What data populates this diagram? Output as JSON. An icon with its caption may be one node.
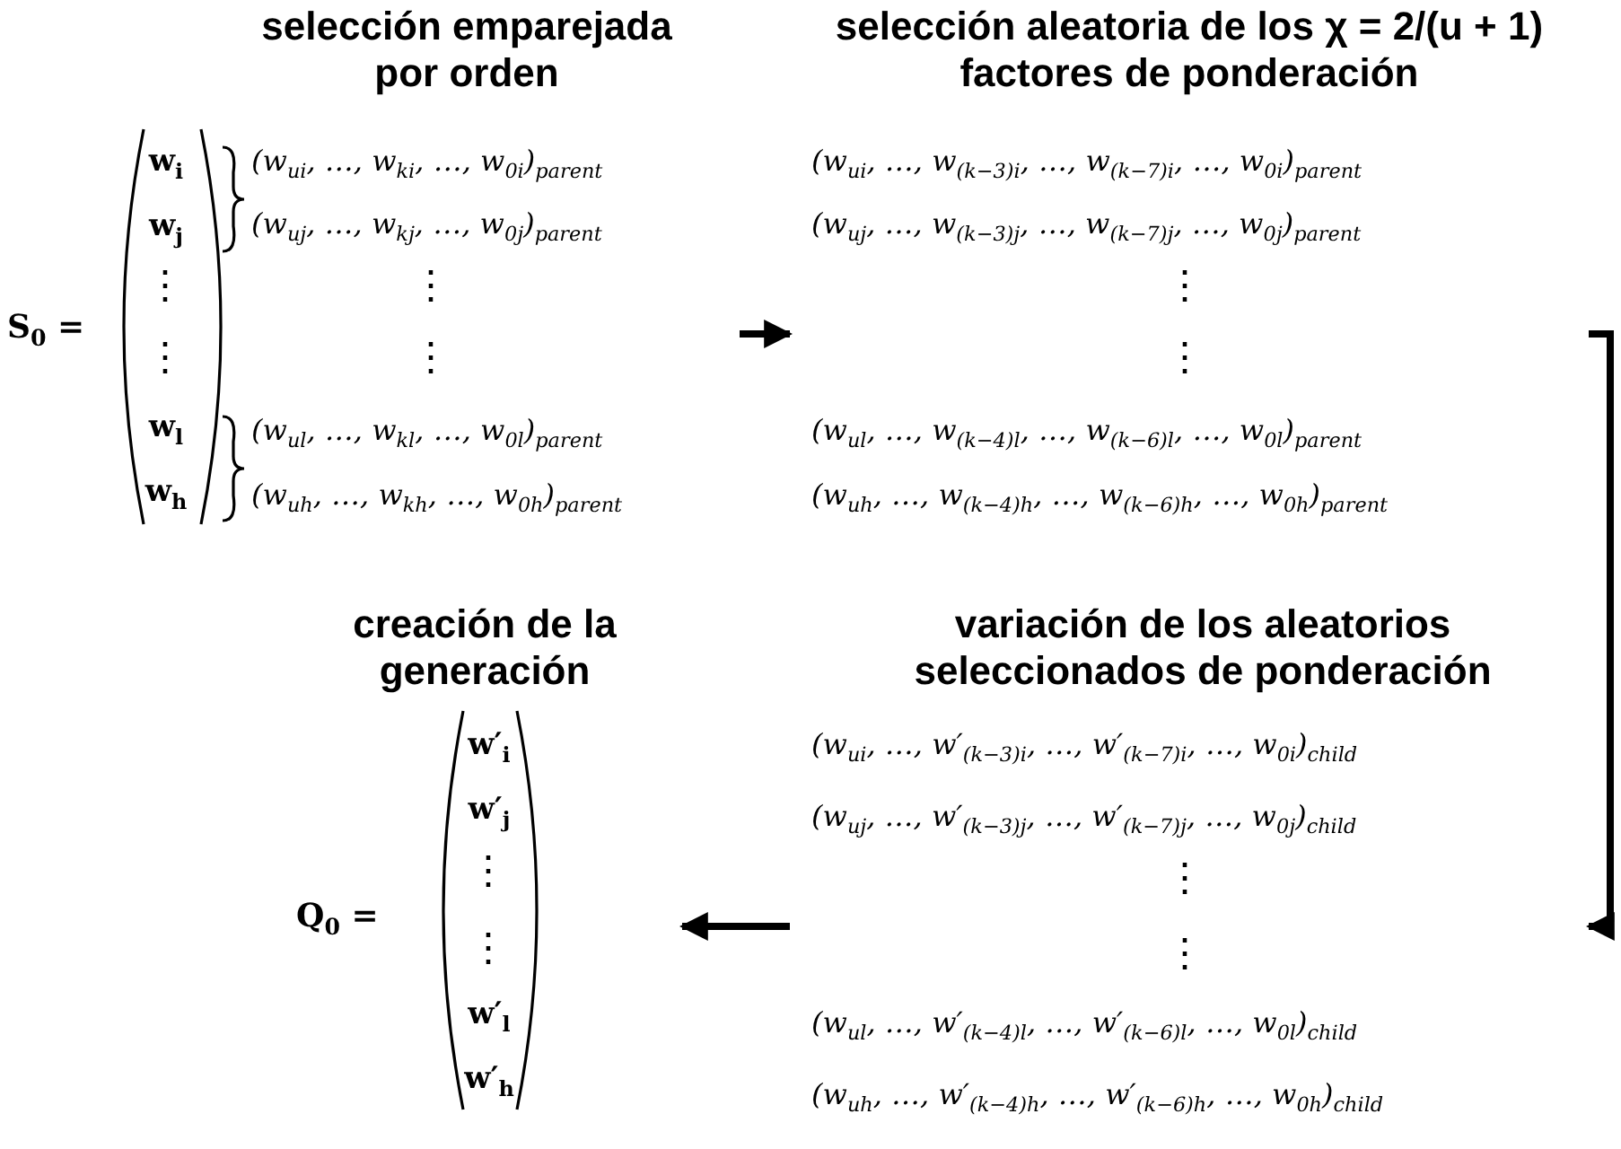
{
  "diagram": {
    "nodes": [
      {
        "text": [
          "selección emparejada por orden",
          "S$_{0}$ =",
          "w$_{i}$",
          "w$_{j}$",
          "⋮",
          "⋮",
          "w$_{l}$",
          "w$_{h}$",
          "(w$_{ui}$, …, w$_{ki}$, …, w$_{0i}$)$_{parent}$",
          "(w$_{uj}$, …, w$_{kj}$, …, w$_{0j}$)$_{parent}$",
          "⋮",
          "⋮",
          "(w$_{ul}$, …, w$_{kl}$, …, w$_{0l}$)$_{parent}$",
          "(w$_{uh}$, …, w$_{kh}$, …, w$_{0h}$)$_{parent}$"
        ]
      },
      {
        "text": [
          "selección aleatoria de los χ = 2/(u + 1) factores de ponderación",
          "(w$_{ui}$, …, w$_{(k−3)i}$, …, w$_{(k−7)i}$, …, w$_{0i}$)$_{parent}$",
          "(w$_{uj}$, …, w$_{(k−3)j}$, …, w$_{(k−7)j}$, …, w$_{0j}$)$_{parent}$",
          "⋮",
          "⋮",
          "(w$_{ul}$, …, w$_{(k−4)l}$, …, w$_{(k−6)l}$, …, w$_{0l}$)$_{parent}$",
          "(w$_{uh}$, …, w$_{(k−4)h}$, …, w$_{(k−6)h}$, …, w$_{0h}$)$_{parent}$"
        ]
      },
      {
        "text": [
          "creación de la generación",
          "Q$_{0}$ =",
          "w′$_{i}$",
          "w′$_{j}$",
          "⋮",
          "⋮",
          "w′$_{l}$",
          "w′$_{h}$"
        ]
      },
      {
        "text": [
          "variación de los aleatorios seleccionados de ponderación",
          "(w$_{ui}$, …, w′$_{(k−3)i}$, …, w′$_{(k−7)i}$, …, w$_{0i}$)$_{child}$",
          "(w$_{uj}$, …, w′$_{(k−3)j}$, …, w′$_{(k−7)j}$, …, w$_{0j}$)$_{child}$",
          "⋮",
          "⋮",
          "(w$_{ul}$, …, w′$_{(k−4)l}$, …, w′$_{(k−6)l}$, …, w$_{0l}$)$_{child}$",
          "(w$_{uh}$, …, w′$_{(k−4)h}$, …, w′$_{(k−6)h}$, …, w$_{0h}$)$_{child}$"
        ]
      }
    ],
    "edges": [
      {
        "from": 0,
        "to": 1,
        "arrow": "to"
      },
      {
        "from": 1,
        "to": 3,
        "arrow": "to"
      },
      {
        "from": 3,
        "to": 2,
        "arrow": "to"
      }
    ]
  }
}
